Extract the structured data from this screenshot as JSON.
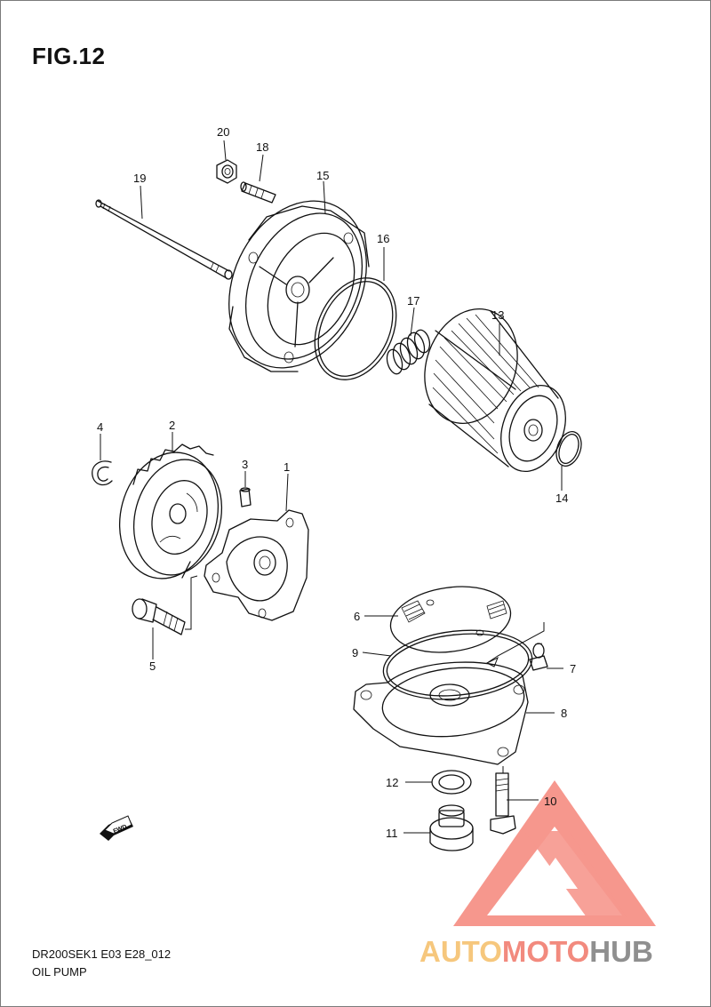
{
  "figure": {
    "title": "FIG.12",
    "model_code": "DR200SEK1 E03 E28_012",
    "section_name": "OIL PUMP",
    "fwd_mark": "FWD"
  },
  "callouts": [
    "1",
    "2",
    "3",
    "4",
    "5",
    "6",
    "7",
    "8",
    "9",
    "10",
    "11",
    "12",
    "13",
    "14",
    "15",
    "16",
    "17",
    "18",
    "19",
    "20"
  ],
  "watermark": {
    "text_part1": "AUTO",
    "text_part2": "MOTO",
    "text_part3": "HUB",
    "colors": {
      "part1": "#f6c77d",
      "part2": "#f28a7e",
      "part3": "#8f8f8f",
      "logo": "#f5857a"
    }
  }
}
